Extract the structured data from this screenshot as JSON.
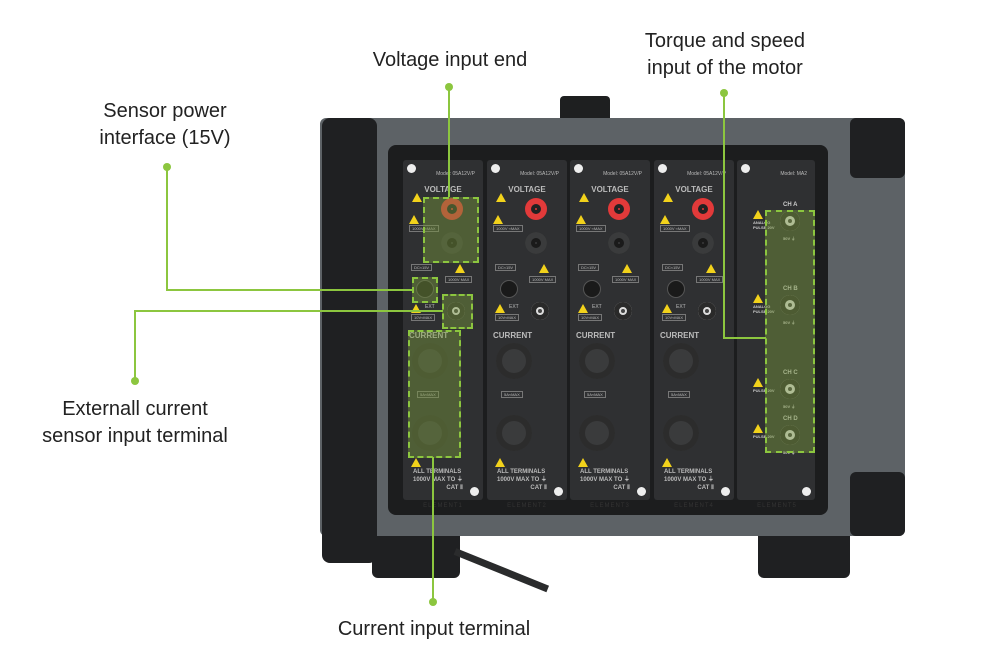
{
  "callouts": {
    "voltage": "Voltage input end",
    "torque": "Torque and speed\ninput of the motor",
    "sensor_power": "Sensor power\ninterface (15V)",
    "external_current": "Externall current\nsensor input terminal",
    "current": "Current input terminal"
  },
  "accent_color": "#8cc63f",
  "modules": [
    {
      "model": "Model: 05A12V/P",
      "element": "ELEMENT1"
    },
    {
      "model": "Model: 05A12V/P",
      "element": "ELEMENT2"
    },
    {
      "model": "Model: 05A12V/P",
      "element": "ELEMENT3"
    },
    {
      "model": "Model: 05A12V/P",
      "element": "ELEMENT4"
    }
  ],
  "module_text": {
    "voltage": "VOLTAGE",
    "v_tag": "1000V ≈MAX",
    "dc": "DC≈15V",
    "v_max": "1000V MAX",
    "ext": "EXT",
    "ext_tag": "10V≈MAX",
    "current": "CURRENT",
    "i_tag": "5A≈MAX",
    "all_terminals": "ALL TERMINALS",
    "max_to": "1000V MAX TO ⏚",
    "cat": "CAT Ⅱ"
  },
  "ma2": {
    "model": "Model: MA2",
    "element": "ELEMENT5",
    "channels": [
      {
        "name": "CH A",
        "note": "ANALOG PULSE 20V",
        "gnd": "50V ⏚"
      },
      {
        "name": "CH B",
        "note": "ANALOG PULSE 20V",
        "gnd": "50V ⏚"
      },
      {
        "name": "CH C",
        "note": "PULSE 20V",
        "gnd": "50V ⏚"
      },
      {
        "name": "CH D",
        "note": "PULSE 20V",
        "gnd": "50V ⏚"
      }
    ]
  }
}
